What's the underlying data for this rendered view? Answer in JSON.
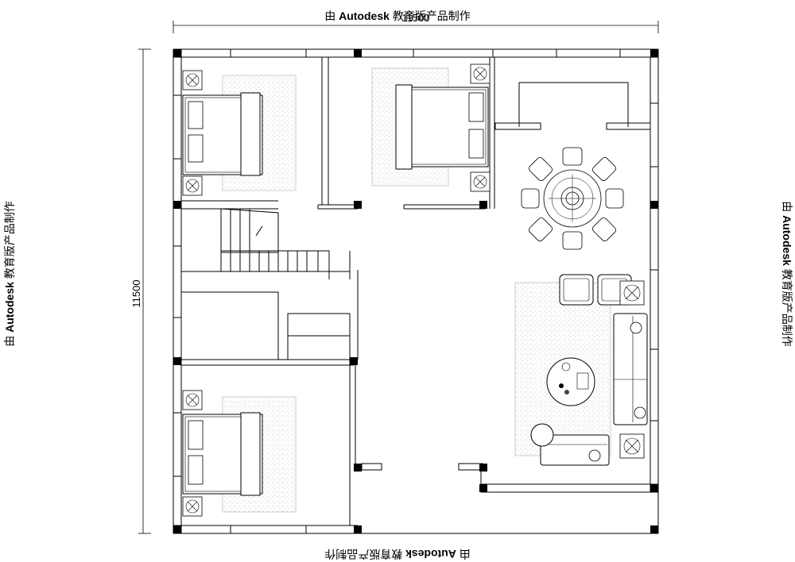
{
  "watermark": {
    "prefix": "由 ",
    "brand": "Autodesk",
    "suffix": " 教育版产品制作"
  },
  "dimensions": {
    "width_label": "11500",
    "height_label": "11500"
  }
}
